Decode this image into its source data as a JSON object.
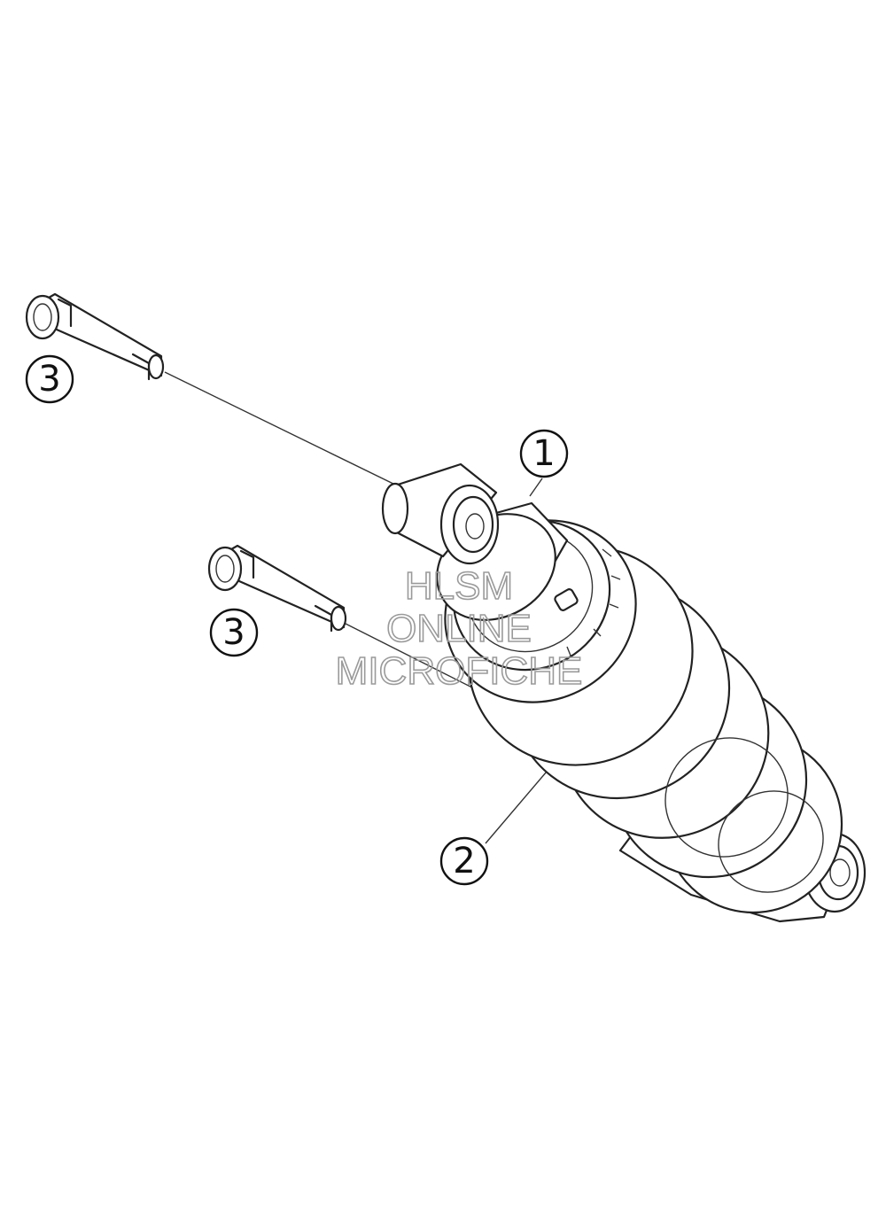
{
  "callouts": [
    {
      "id": "shock-absorber",
      "label": "1"
    },
    {
      "id": "spring",
      "label": "2"
    },
    {
      "id": "bolt-upper",
      "label": "3"
    },
    {
      "id": "bolt-lower",
      "label": "3"
    }
  ],
  "watermark": {
    "line1": "HLSM",
    "line2": "ONLINE",
    "line3": "MICROFICHE"
  },
  "colors": {
    "line": "#222222",
    "watermark": "#9a9a9a",
    "background": "#ffffff"
  }
}
